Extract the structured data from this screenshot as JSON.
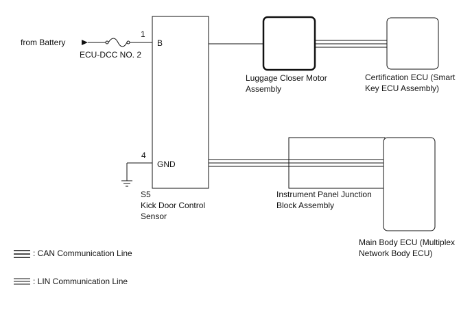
{
  "battery_label": "from Battery",
  "fuse_label": "ECU-DCC NO. 2",
  "sensor": {
    "pin_b_number": "1",
    "pin_b_name": "B",
    "pin_gnd_number": "4",
    "pin_gnd_name": "GND",
    "connector": "S5",
    "name_line1": "Kick Door Control",
    "name_line2": "Sensor"
  },
  "luggage_motor": {
    "line1": "Luggage Closer Motor",
    "line2": "Assembly"
  },
  "certification_ecu": {
    "line1": "Certification ECU (Smart",
    "line2": "Key ECU Assembly)"
  },
  "junction_block": {
    "line1": "Instrument Panel Junction",
    "line2": "Block Assembly"
  },
  "main_body_ecu": {
    "line1": "Main Body ECU (Multiplex",
    "line2": "Network Body ECU)"
  },
  "legend": {
    "can": ": CAN Communication Line",
    "lin": ": LIN Communication Line"
  }
}
